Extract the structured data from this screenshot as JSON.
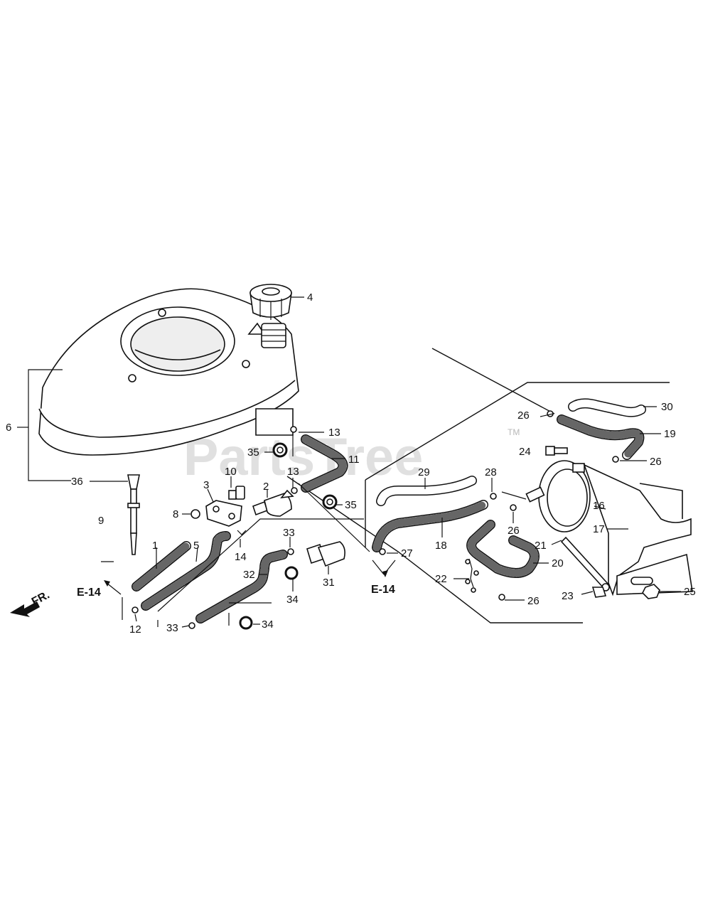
{
  "watermark": {
    "text": "PartsTree",
    "trademark": "TM"
  },
  "direction": {
    "label": "FR."
  },
  "references": {
    "left": "E-14",
    "right": "E-14"
  },
  "callouts": {
    "c1": "1",
    "c2": "2",
    "c3": "3",
    "c4": "4",
    "c5": "5",
    "c6": "6",
    "c8": "8",
    "c9": "9",
    "c10": "10",
    "c11": "11",
    "c12": "12",
    "c13a": "13",
    "c13b": "13",
    "c14": "14",
    "c16": "16",
    "c17": "17",
    "c18": "18",
    "c19": "19",
    "c20": "20",
    "c21": "21",
    "c22": "22",
    "c23": "23",
    "c24": "24",
    "c25": "25",
    "c26a": "26",
    "c26b": "26",
    "c26c": "26",
    "c26d": "26",
    "c27": "27",
    "c28": "28",
    "c29": "29",
    "c30": "30",
    "c31": "31",
    "c32": "32",
    "c33a": "33",
    "c33b": "33",
    "c34a": "34",
    "c34b": "34",
    "c35a": "35",
    "c35b": "35",
    "c36": "36"
  }
}
